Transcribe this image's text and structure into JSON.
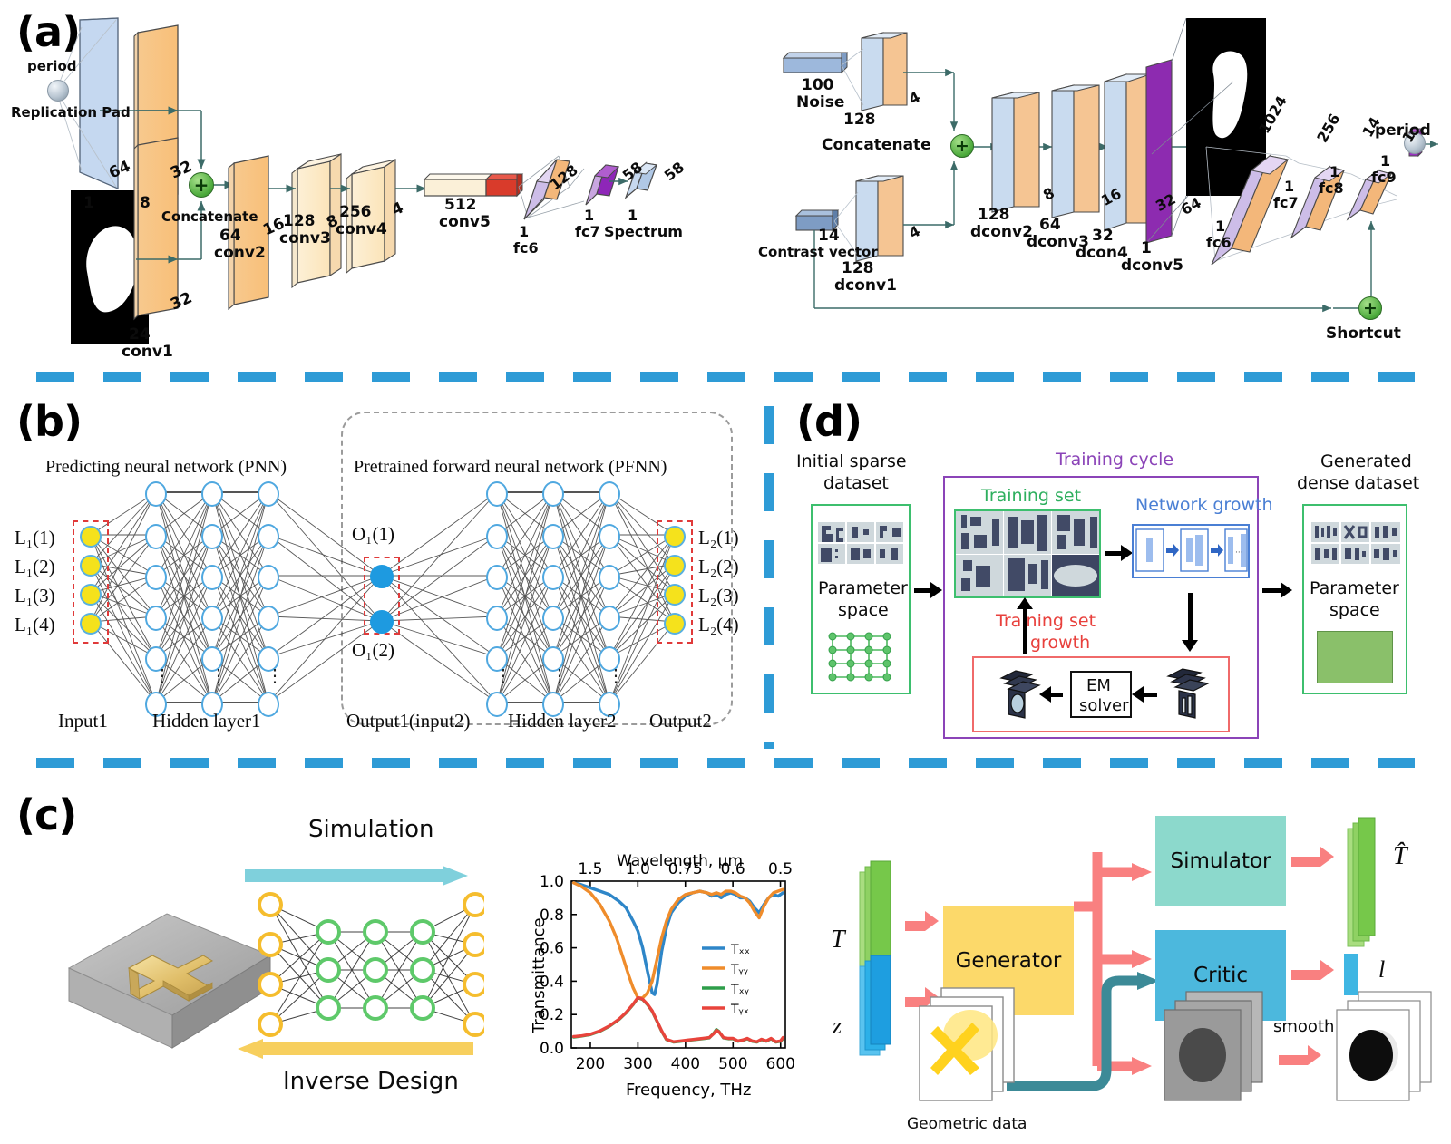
{
  "figure": {
    "panels": [
      "(a)",
      "(b)",
      "(c)",
      "(d)"
    ],
    "accent_color": "#2e9bd6"
  },
  "panel_a": {
    "letter": "(a)",
    "left_network": {
      "input_labels": [
        "period",
        "Replication Pad"
      ],
      "concat_label": "Concatenate",
      "layers": [
        {
          "name": "",
          "depth": "1",
          "size": "64"
        },
        {
          "name": "",
          "depth": "8",
          "size": "32"
        },
        {
          "name": "conv1",
          "depth": "24",
          "size": "32"
        },
        {
          "name": "conv2",
          "depth": "64",
          "size": "16"
        },
        {
          "name": "conv3",
          "depth": "128",
          "size": "8"
        },
        {
          "name": "conv4",
          "depth": "256",
          "size": "4"
        },
        {
          "name": "conv5",
          "depth": "512",
          "size": "1"
        },
        {
          "name": "fc6",
          "depth": "1",
          "size": "128"
        },
        {
          "name": "fc7",
          "depth": "1",
          "size": "58"
        },
        {
          "name": "Spectrum",
          "depth": "1",
          "size": "58"
        }
      ]
    },
    "right_network": {
      "noise_label": "Noise",
      "noise_size": "100",
      "contrast_label": "Contrast vector",
      "contrast_size": "14",
      "concat_label": "Concatenate",
      "shortcut_label": "Shortcut",
      "period_label": "period",
      "layers": [
        {
          "name": "dconv1",
          "depth": "128",
          "size": "4"
        },
        {
          "name": "",
          "depth": "128",
          "size": "4"
        },
        {
          "name": "dconv2",
          "depth": "128",
          "size": "8"
        },
        {
          "name": "dconv3",
          "depth": "64",
          "size": "16"
        },
        {
          "name": "dcon4",
          "depth": "32",
          "size": "32"
        },
        {
          "name": "dconv5",
          "depth": "1",
          "size": "64"
        },
        {
          "name": "fc6",
          "depth": "1",
          "size": "1024"
        },
        {
          "name": "fc7",
          "depth": "1",
          "size": "256"
        },
        {
          "name": "fc8",
          "depth": "1",
          "size": "14"
        },
        {
          "name": "fc9",
          "depth": "1",
          "size": "1"
        }
      ]
    }
  },
  "panel_b": {
    "letter": "(b)",
    "pnn_title": "Predicting neural network (PNN)",
    "pfnn_title": "Pretrained forward neural network (PFNN)",
    "input_labels": [
      "L₁(1)",
      "L₁(2)",
      "L₁(3)",
      "L₁(4)"
    ],
    "mid_labels": [
      "O₁(1)",
      "O₁(2)"
    ],
    "output_labels": [
      "L₂(1)",
      "L₂(2)",
      "L₂(3)",
      "L₂(4)"
    ],
    "bottom_labels": [
      "Input1",
      "Hidden layer1",
      "Output1(input2)",
      "Hidden layer2",
      "Output2"
    ],
    "colors": {
      "input_node": "#f5e21c",
      "mid_node": "#1e9ae0",
      "hidden_node": "#ffffff",
      "node_ring": "#4fa8e0",
      "highlight_box": "#e03a3a"
    }
  },
  "panel_c": {
    "letter": "(c)",
    "simulation_label": "Simulation",
    "inverse_label": "Inverse Design",
    "gan": {
      "input_T": "T",
      "input_z": "z",
      "generator": "Generator",
      "simulator": "Simulator",
      "critic": "Critic",
      "output_That": "T̂",
      "output_l": "l",
      "geometric_data": "Geometric data",
      "smooth": "smooth"
    },
    "colors": {
      "simulation_arrow": "#7fd0dc",
      "inverse_arrow": "#f7cf5e",
      "generator_box": "#fcd96a",
      "simulator_box": "#8cd9cc",
      "critic_box": "#4cb8dd",
      "pink_arrow": "#f98080",
      "teal_arrow": "#3c8a97"
    }
  },
  "panel_d": {
    "letter": "(d)",
    "initial_title": [
      "Initial sparse",
      "dataset"
    ],
    "parameter_space": [
      "Parameter",
      "space"
    ],
    "training_cycle": "Training cycle",
    "training_set": "Training set",
    "network_growth": "Network growth",
    "training_set_growth": [
      "Training set",
      "growth"
    ],
    "em_solver": [
      "EM",
      "solver"
    ],
    "generated_title": [
      "Generated",
      "dense dataset"
    ],
    "generated_parameter_space": [
      "Parameter",
      "space"
    ],
    "colors": {
      "green_box": "#3dbf6e",
      "purple_box": "#8b44b8",
      "blue_box": "#4a7fd4",
      "red_box": "#f06a6a",
      "param_fill": "#8ac06a"
    }
  },
  "chart_data": {
    "type": "line",
    "title": "",
    "xlabel": "Frequency, THz",
    "ylabel": "Transmittance",
    "top_axis_label": "Wavelength, µm",
    "top_ticks": [
      "1.5",
      "1.0",
      "0.75",
      "0.6",
      "0.5"
    ],
    "top_tick_values": [
      1.5,
      1.0,
      0.75,
      0.6,
      0.5
    ],
    "xticks": [
      200,
      300,
      400,
      500,
      600
    ],
    "yticks": [
      "0.0",
      "0.2",
      "0.4",
      "0.6",
      "0.8",
      "1.0"
    ],
    "xlim": [
      160,
      610
    ],
    "ylim": [
      0.0,
      1.0
    ],
    "grid": false,
    "legend_position": "center-right",
    "series": [
      {
        "name": "Tₓₓ",
        "color": "#2e86c8",
        "x": [
          165,
          180,
          200,
          220,
          240,
          260,
          275,
          290,
          300,
          310,
          320,
          330,
          335,
          340,
          350,
          360,
          370,
          385,
          400,
          415,
          430,
          445,
          455,
          465,
          475,
          485,
          495,
          505,
          515,
          525,
          535,
          545,
          555,
          565,
          575,
          585,
          595,
          605
        ],
        "values": [
          0.99,
          0.98,
          0.96,
          0.94,
          0.92,
          0.88,
          0.84,
          0.76,
          0.7,
          0.6,
          0.46,
          0.33,
          0.32,
          0.38,
          0.58,
          0.72,
          0.81,
          0.87,
          0.91,
          0.93,
          0.94,
          0.93,
          0.91,
          0.92,
          0.9,
          0.92,
          0.93,
          0.92,
          0.9,
          0.9,
          0.88,
          0.84,
          0.81,
          0.86,
          0.9,
          0.92,
          0.91,
          0.93
        ]
      },
      {
        "name": "Tᵧᵧ",
        "color": "#ef8c2b",
        "x": [
          165,
          180,
          200,
          220,
          240,
          255,
          270,
          280,
          290,
          300,
          310,
          320,
          330,
          340,
          350,
          360,
          370,
          385,
          400,
          415,
          430,
          445,
          455,
          465,
          475,
          485,
          495,
          505,
          515,
          525,
          535,
          545,
          555,
          565,
          575,
          585,
          595,
          605
        ],
        "values": [
          0.99,
          0.97,
          0.93,
          0.86,
          0.76,
          0.66,
          0.53,
          0.44,
          0.36,
          0.3,
          0.3,
          0.33,
          0.4,
          0.53,
          0.66,
          0.76,
          0.83,
          0.89,
          0.92,
          0.93,
          0.94,
          0.93,
          0.92,
          0.93,
          0.92,
          0.94,
          0.94,
          0.93,
          0.91,
          0.9,
          0.87,
          0.82,
          0.78,
          0.85,
          0.9,
          0.93,
          0.94,
          0.95
        ]
      },
      {
        "name": "Tₓᵧ",
        "color": "#2e9e4a",
        "x": [
          165,
          180,
          200,
          220,
          240,
          260,
          275,
          290,
          300,
          310,
          320,
          330,
          340,
          350,
          360,
          375,
          390,
          405,
          420,
          435,
          450,
          460,
          465,
          470,
          480,
          490,
          500,
          510,
          520,
          530,
          540,
          550,
          560,
          570,
          580,
          590,
          600,
          605
        ],
        "values": [
          0.065,
          0.07,
          0.08,
          0.1,
          0.13,
          0.17,
          0.21,
          0.26,
          0.3,
          0.29,
          0.26,
          0.22,
          0.16,
          0.1,
          0.05,
          0.035,
          0.04,
          0.045,
          0.05,
          0.055,
          0.06,
          0.09,
          0.11,
          0.1,
          0.06,
          0.055,
          0.055,
          0.04,
          0.045,
          0.055,
          0.04,
          0.035,
          0.05,
          0.04,
          0.055,
          0.035,
          0.04,
          0.055
        ]
      },
      {
        "name": "Tᵧₓ",
        "color": "#e8443c",
        "x": [
          165,
          180,
          200,
          220,
          240,
          260,
          275,
          290,
          300,
          310,
          320,
          330,
          340,
          350,
          360,
          375,
          390,
          405,
          420,
          435,
          450,
          460,
          465,
          470,
          480,
          490,
          500,
          510,
          520,
          530,
          540,
          550,
          560,
          570,
          580,
          590,
          600,
          605
        ],
        "values": [
          0.068,
          0.072,
          0.082,
          0.102,
          0.132,
          0.172,
          0.212,
          0.262,
          0.302,
          0.292,
          0.262,
          0.222,
          0.162,
          0.102,
          0.052,
          0.037,
          0.042,
          0.047,
          0.052,
          0.057,
          0.062,
          0.087,
          0.105,
          0.098,
          0.062,
          0.057,
          0.057,
          0.042,
          0.047,
          0.057,
          0.042,
          0.037,
          0.052,
          0.042,
          0.057,
          0.037,
          0.042,
          0.062
        ]
      }
    ]
  }
}
